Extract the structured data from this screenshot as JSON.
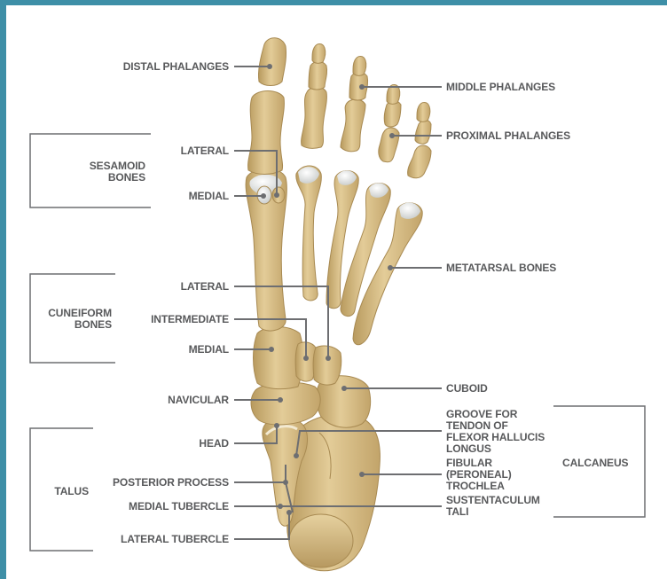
{
  "labels": {
    "distal_phalanges": "DISTAL PHALANGES",
    "middle_phalanges": "MIDDLE PHALANGES",
    "proximal_phalanges": "PROXIMAL PHALANGES",
    "sesamoid_bones": "SESAMOID\nBONES",
    "sesamoid_lateral": "LATERAL",
    "sesamoid_medial": "MEDIAL",
    "metatarsal_bones": "METATARSAL BONES",
    "cuneiform_bones": "CUNEIFORM\nBONES",
    "cuneiform_lateral": "LATERAL",
    "cuneiform_intermediate": "INTERMEDIATE",
    "cuneiform_medial": "MEDIAL",
    "navicular": "NAVICULAR",
    "cuboid": "CUBOID",
    "talus": "TALUS",
    "head": "HEAD",
    "posterior_process": "POSTERIOR PROCESS",
    "medial_tubercle": "MEDIAL TUBERCLE",
    "lateral_tubercle": "LATERAL TUBERCLE",
    "groove": "GROOVE FOR\nTENDON OF\nFLEXOR HALLUCIS\nLONGUS",
    "fibular_trochlea": "FIBULAR\n(PERONEAL)\nTROCHLEA",
    "sustentaculum_tali": "SUSTENTACULUM\nTALI",
    "calcaneus": "CALCANEUS"
  },
  "colors": {
    "border": "#3e8fa7",
    "background": "#ffffff",
    "label_text": "#58595b",
    "leader_line": "#6d6e71",
    "bone": "#d9c08a",
    "bone_shade": "#b89a5e",
    "cartilage": "#eef0ee"
  }
}
